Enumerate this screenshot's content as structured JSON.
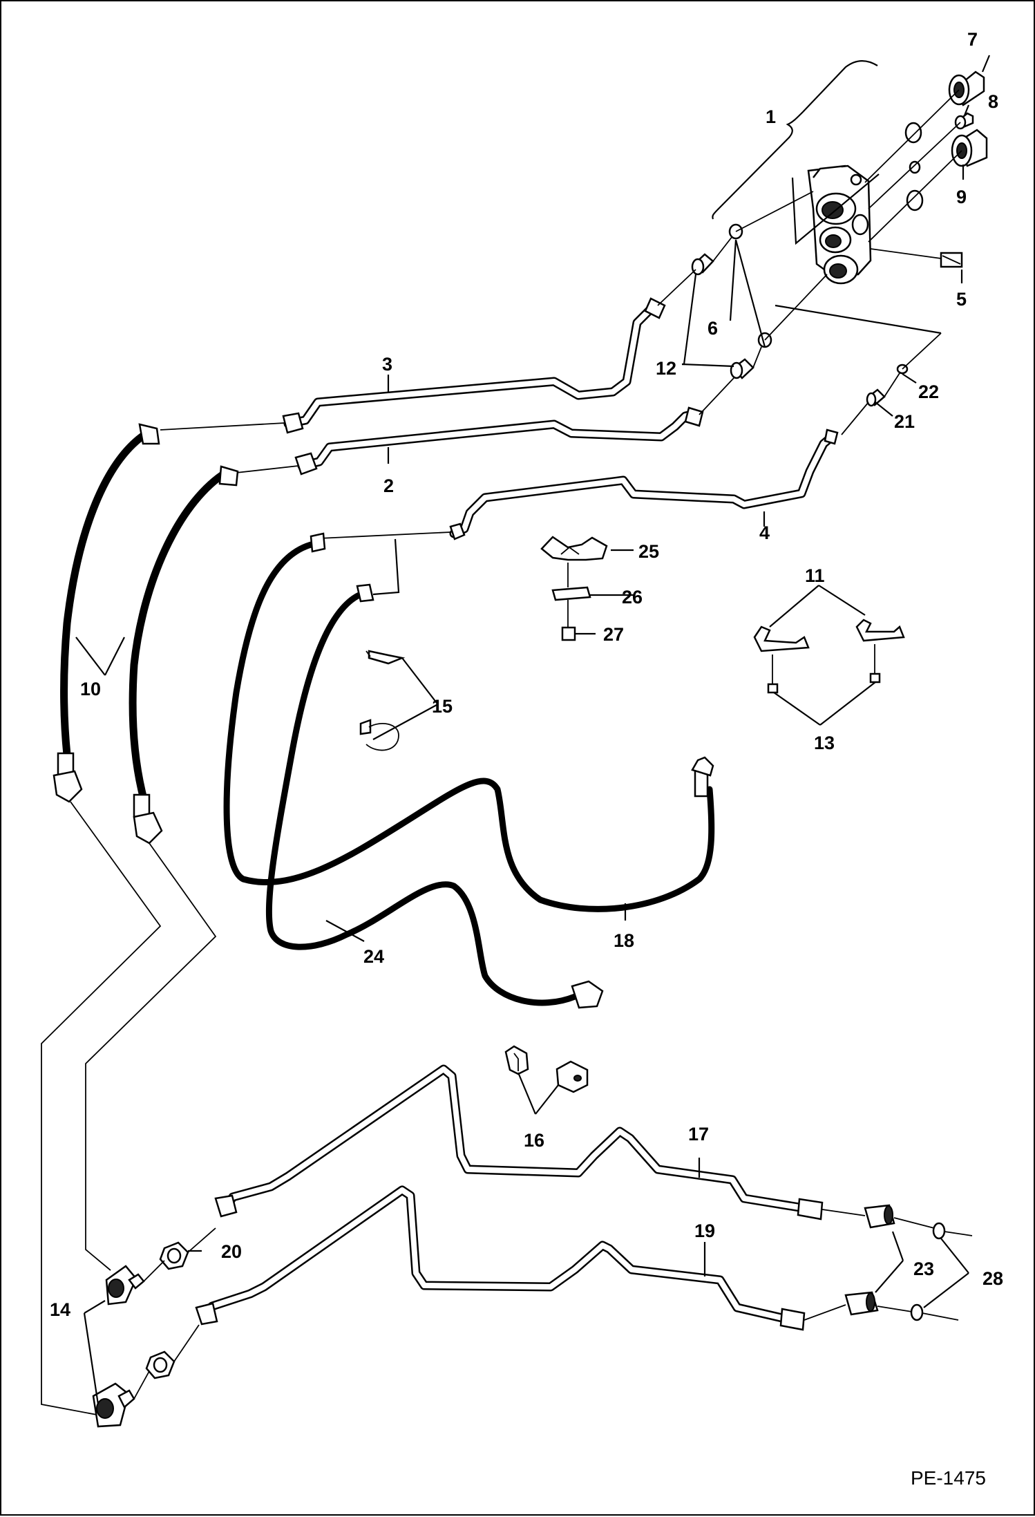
{
  "diagram": {
    "drawing_code": "PE-1475",
    "callouts": [
      "1",
      "2",
      "3",
      "4",
      "5",
      "6",
      "7",
      "8",
      "9",
      "10",
      "11",
      "12",
      "13",
      "14",
      "15",
      "16",
      "17",
      "18",
      "19",
      "20",
      "21",
      "22",
      "23",
      "24",
      "25",
      "26",
      "27",
      "28"
    ]
  }
}
